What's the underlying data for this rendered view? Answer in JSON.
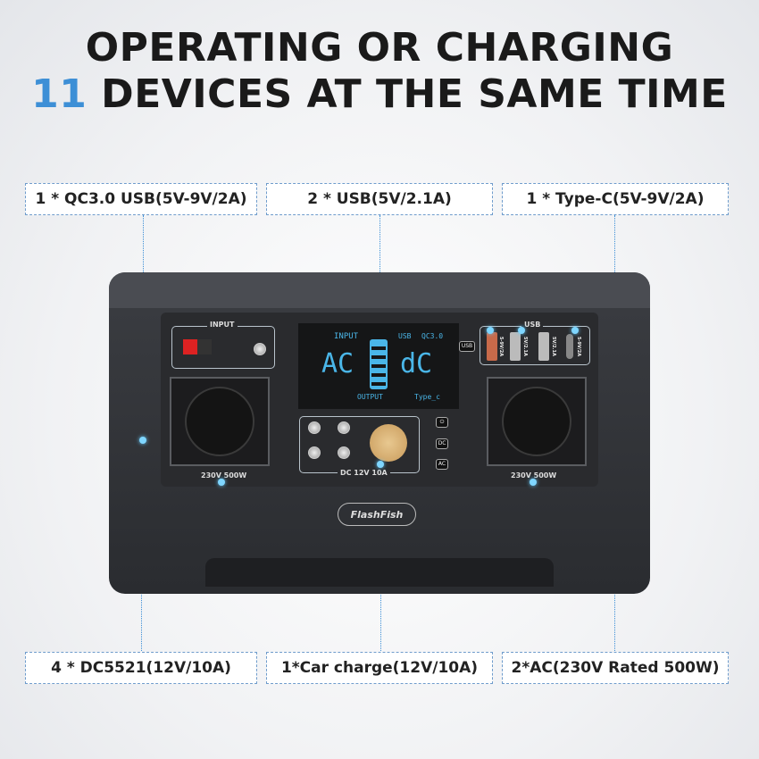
{
  "headline": {
    "line1": "OPERATING OR CHARGING",
    "count": "11",
    "line2_rest": " DEVICES AT THE SAME TIME"
  },
  "labels_top": [
    "1 * QC3.0 USB(5V-9V/2A)",
    "2 * USB(5V/2.1A)",
    "1 * Type-C(5V-9V/2A)"
  ],
  "labels_bottom": [
    "4 * DC5521(12V/10A)",
    "1*Car charge(12V/10A)",
    "2*AC(230V Rated 500W)"
  ],
  "device": {
    "brand": "FlashFish",
    "input_label": "INPUT",
    "usb_label": "USB",
    "usb_badge": "USB",
    "usb_ports": [
      "5-9V/2A",
      "5V/2.1A",
      "5V/2.1A",
      "5-9V/2A"
    ],
    "socket_rating_left": "230V 500W",
    "socket_rating_right": "230V 500W",
    "dc_label": "DC 12V 10A",
    "buttons": [
      "DC",
      "AC"
    ],
    "lcd": {
      "input": "INPUT",
      "usb": "USB",
      "qc": "QC3.0",
      "left_digits": "AC",
      "right_digits": "dC",
      "output": "OUTPUT",
      "type_c": "Type_c"
    }
  },
  "colors": {
    "accent": "#3d8fd6",
    "lcd": "#4ab6e8"
  }
}
